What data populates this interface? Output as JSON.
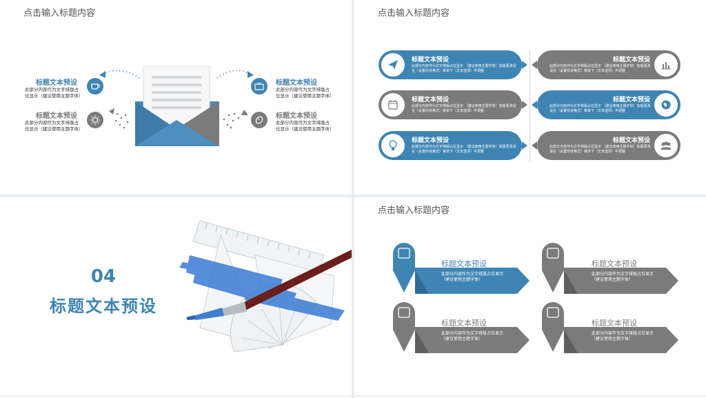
{
  "slide1": {
    "title": "点击输入标题内容",
    "left_items": [
      {
        "title": "标题文本预设",
        "desc": "此部分内容作为文字排版占位显示（建议使用主题字体）",
        "icon": "cup-icon",
        "color": "#3f85b3"
      },
      {
        "title": "标题文本预设",
        "desc": "此部分内容作为文字排版占位显示（建议使用主题字体）",
        "icon": "sun-icon",
        "color": "#7b7b7b"
      }
    ],
    "right_items": [
      {
        "title": "标题文本预设",
        "desc": "此部分内容作为文字排版占位显示（建议使用主题字体）",
        "icon": "tv-icon",
        "color": "#3f85b3"
      },
      {
        "title": "标题文本预设",
        "desc": "此部分内容作为文字排版占位显示（建议使用主题字体）",
        "icon": "mouse-icon",
        "color": "#7b7b7b"
      }
    ]
  },
  "slide2": {
    "title": "点击输入标题内容",
    "left_pills": [
      {
        "title": "标题文本预设",
        "desc": "此部分内容作为文字排版占位显示 （建议使用主题字体）如需更改请在（设置形状格式）菜单下（文本选项）中调整",
        "icon": "paper-plane-icon",
        "color": "#3f85b3"
      },
      {
        "title": "标题文本预设",
        "desc": "此部分内容作为文字排版占位显示 （建议使用主题字体）如需更改请在（设置形状格式）菜单下（文本选项）中调整",
        "icon": "calendar-icon",
        "color": "#7b7b7b"
      },
      {
        "title": "标题文本预设",
        "desc": "此部分内容作为文字排版占位显示 （建议使用主题字体）如需更改请在（设置形状格式）菜单下（文本选项）中调整",
        "icon": "lightbulb-icon",
        "color": "#3f85b3"
      }
    ],
    "right_pills": [
      {
        "title": "标题文本预设",
        "desc": "此部分内容作为文字排版占位显示 （建议使用主题字体）如需更改请在（设置形状格式）菜单下（文本选项）中调整",
        "icon": "bar-chart-icon",
        "color": "#7b7b7b"
      },
      {
        "title": "标题文本预设",
        "desc": "此部分内容作为文字排版占位显示 （建议使用主题字体）如需更改请在（设置形状格式）菜单下（文本选项）中调整",
        "icon": "globe-icon",
        "color": "#3f85b3"
      },
      {
        "title": "标题文本预设",
        "desc": "此部分内容作为文字排版占位显示 （建议使用主题字体）如需更改请在（设置形状格式）菜单下（文本选项）中调整",
        "icon": "people-icon",
        "color": "#7b7b7b"
      }
    ]
  },
  "slide3": {
    "number": "04",
    "title": "标题文本预设"
  },
  "slide4": {
    "title": "点击输入标题内容",
    "items": [
      {
        "title": "标题文本预设",
        "desc": "此部分内容作为文字排版占位显示（建议使用主题字体）",
        "color": "#3f85b3"
      },
      {
        "title": "标题文本预设",
        "desc": "此部分内容作为文字排版占位显示（建议使用主题字体）",
        "color": "#7b7b7b"
      },
      {
        "title": "标题文本预设",
        "desc": "此部分内容作为文字排版占位显示（建议使用主题字体）",
        "color": "#7b7b7b"
      },
      {
        "title": "标题文本预设",
        "desc": "此部分内容作为文字排版占位显示（建议使用主题字体）",
        "color": "#7b7b7b"
      }
    ]
  },
  "colors": {
    "blue": "#3f85b3",
    "gray": "#7b7b7b",
    "light_blue_brush": "#3a7bd5"
  }
}
